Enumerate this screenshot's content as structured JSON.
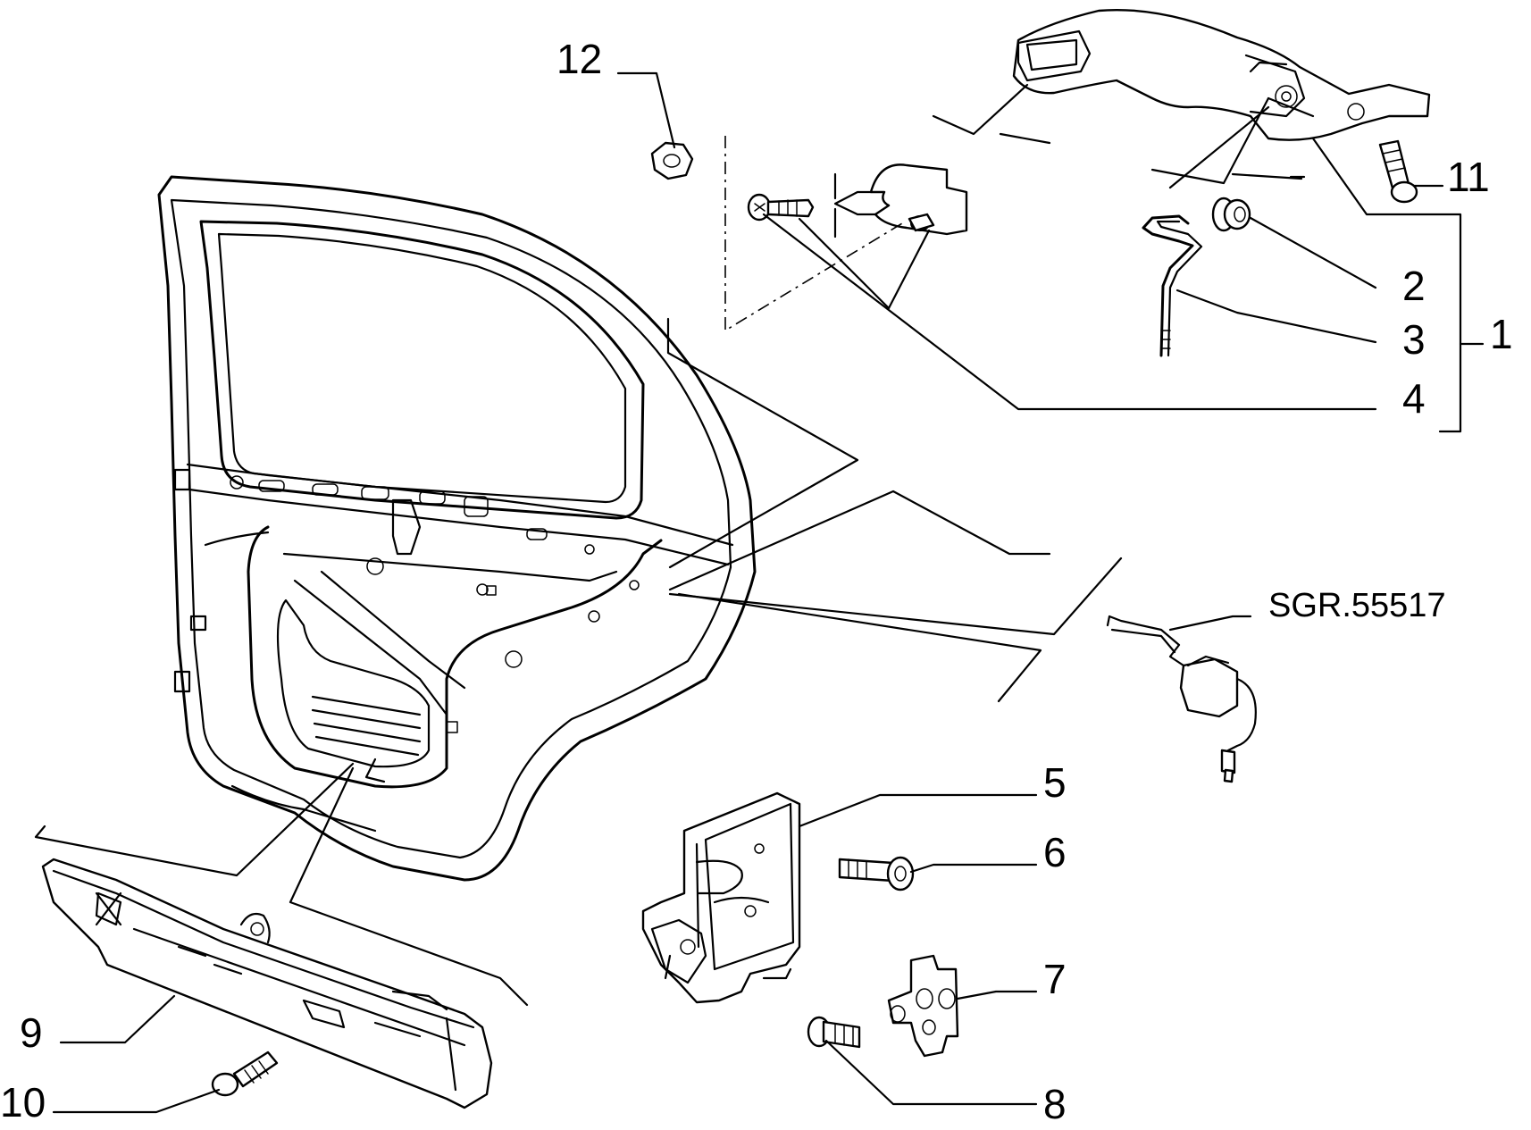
{
  "labels": {
    "n1": "1",
    "n2": "2",
    "n3": "3",
    "n4": "4",
    "n5": "5",
    "n6": "6",
    "n7": "7",
    "n8": "8",
    "n9": "9",
    "n10": "10",
    "n11": "11",
    "n12": "12",
    "ref": "SGR.55517"
  }
}
